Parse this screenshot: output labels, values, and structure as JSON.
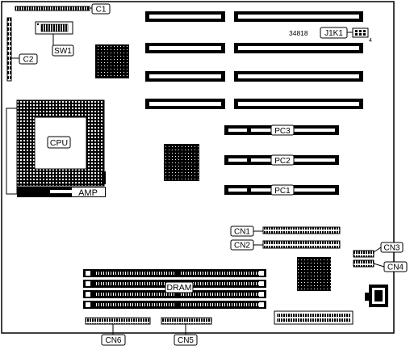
{
  "diagram": {
    "labels": {
      "c1": "C1",
      "c2": "C2",
      "sw1": "SW1",
      "j1k1": "J1K1",
      "pin_number": "4",
      "board_number": "34818",
      "cpu": "CPU",
      "amp": "AMP",
      "pc3": "PC3",
      "pc2": "PC2",
      "pc1": "PC1",
      "cn1": "CN1",
      "cn2": "CN2",
      "cn3": "CN3",
      "cn4": "CN4",
      "dram": "DRAM",
      "cn5": "CN5",
      "cn6": "CN6"
    },
    "colors": {
      "ink": "#000000",
      "paper": "#ffffff"
    }
  }
}
